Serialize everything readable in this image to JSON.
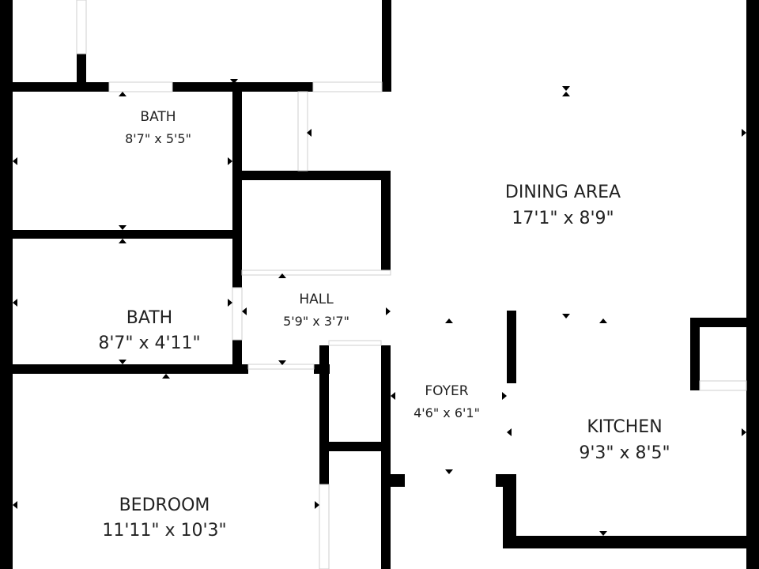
{
  "colors": {
    "wall": "#000000",
    "background": "#ffffff",
    "text": "#222222"
  },
  "rooms": {
    "bath_upper": {
      "name": "BATH",
      "dims": "8'7\" x 5'5\""
    },
    "bath_lower": {
      "name": "BATH",
      "dims": "8'7\" x 4'11\""
    },
    "hall": {
      "name": "HALL",
      "dims": "5'9\" x 3'7\""
    },
    "dining": {
      "name": "DINING AREA",
      "dims": "17'1\" x 8'9\""
    },
    "foyer": {
      "name": "FOYER",
      "dims": "4'6\" x 6'1\""
    },
    "kitchen": {
      "name": "KITCHEN",
      "dims": "9'3\" x 8'5\""
    },
    "bedroom": {
      "name": "BEDROOM",
      "dims": "11'11\" x 10'3\""
    }
  }
}
